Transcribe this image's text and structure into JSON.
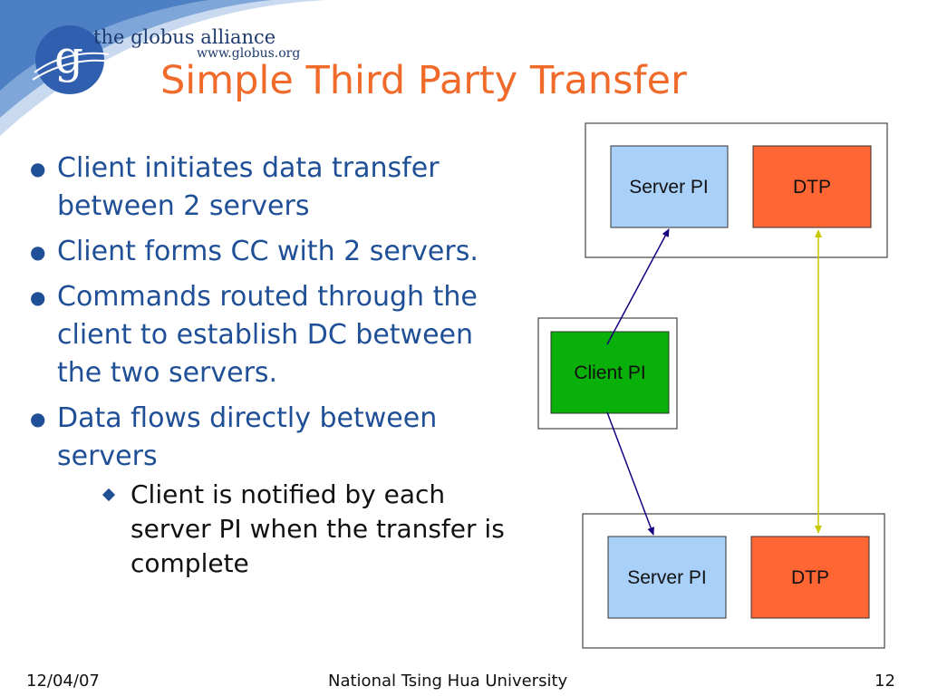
{
  "header": {
    "logo_name": "the globus alliance",
    "logo_url": "www.globus.org",
    "title": "Simple Third Party Transfer"
  },
  "bullets": [
    "Client initiates data transfer between 2 servers",
    "Client forms CC with 2 servers.",
    "Commands routed through the client to establish DC between the two servers.",
    "Data flows directly between servers"
  ],
  "sub_bullet": "Client is notified by each server PI when the transfer is complete",
  "diagram": {
    "server_pi_top": "Server PI",
    "dtp_top": "DTP",
    "client_pi": "Client PI",
    "server_pi_bottom": "Server PI",
    "dtp_bottom": "DTP",
    "colors": {
      "server_pi": "#a8d0f8",
      "dtp": "#ff6633",
      "client_pi": "#0ab00a",
      "control_arrow": "#1a0080",
      "data_arrow": "#c8c800"
    }
  },
  "footer": {
    "date": "12/04/07",
    "institution": "National Tsing Hua University",
    "page_number": "12"
  }
}
